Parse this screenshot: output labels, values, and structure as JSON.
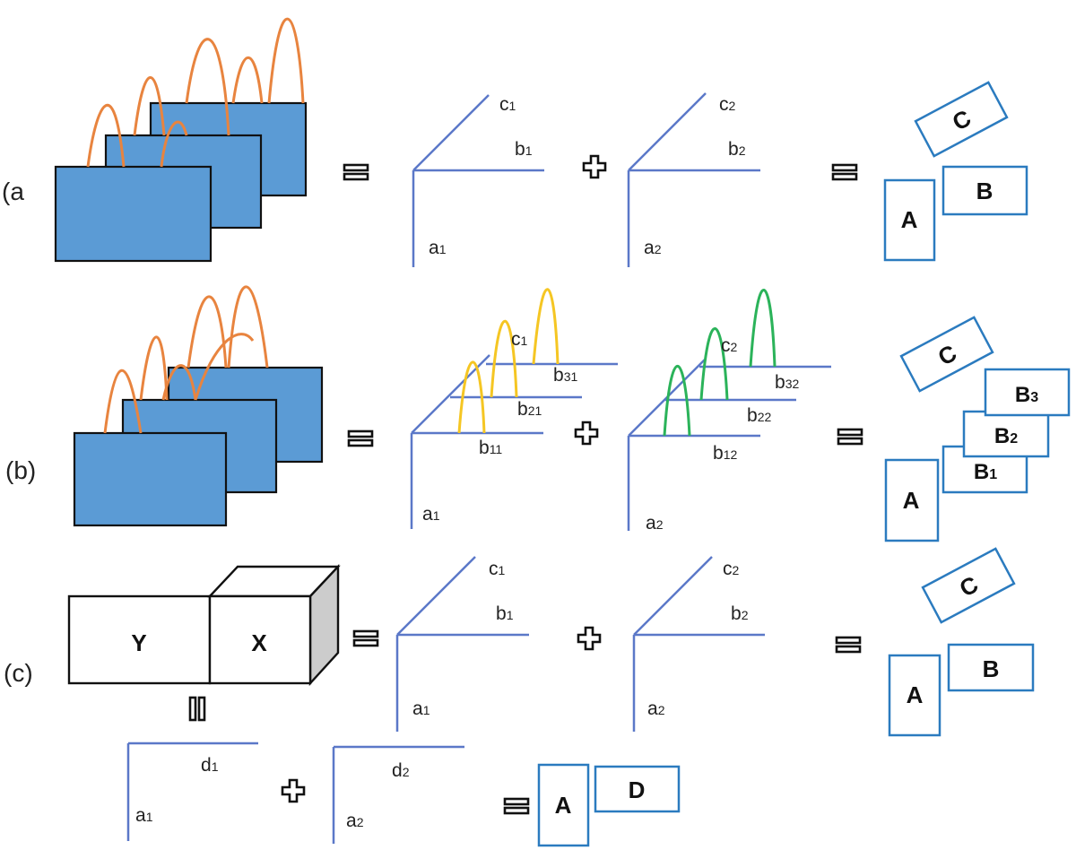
{
  "rows": {
    "a": {
      "label": "(a",
      "axes1": {
        "c": "c",
        "c_sub": "1",
        "b": "b",
        "b_sub": "1",
        "a": "a",
        "a_sub": "1"
      },
      "axes2": {
        "c": "c",
        "c_sub": "2",
        "b": "b",
        "b_sub": "2",
        "a": "a",
        "a_sub": "2"
      },
      "boxes": {
        "c": "C",
        "a": "A",
        "b": "B"
      }
    },
    "b": {
      "label": "(b)",
      "axes1": {
        "c": "c",
        "c_sub": "1",
        "b3": "b",
        "b3_sub": "31",
        "b2": "b",
        "b2_sub": "21",
        "b1": "b",
        "b1_sub": "11",
        "a": "a",
        "a_sub": "1"
      },
      "axes2": {
        "c": "c",
        "c_sub": "2",
        "b3": "b",
        "b3_sub": "32",
        "b2": "b",
        "b2_sub": "22",
        "b1": "b",
        "b1_sub": "12",
        "a": "a",
        "a_sub": "2"
      },
      "boxes": {
        "c": "C",
        "b3": "B",
        "b3_sub": "3",
        "b2": "B",
        "b2_sub": "2",
        "b1": "B",
        "b1_sub": "1",
        "a": "A"
      }
    },
    "c": {
      "label": "(c)",
      "cube": {
        "y": "Y",
        "x": "X"
      },
      "axes1": {
        "c": "c",
        "c_sub": "1",
        "b": "b",
        "b_sub": "1",
        "a": "a",
        "a_sub": "1"
      },
      "axes2": {
        "c": "c",
        "c_sub": "2",
        "b": "b",
        "b_sub": "2",
        "a": "a",
        "a_sub": "2"
      },
      "boxes": {
        "c": "C",
        "a": "A",
        "b": "B"
      }
    },
    "d": {
      "axes1": {
        "d": "d",
        "d_sub": "1",
        "a": "a",
        "a_sub": "1"
      },
      "axes2": {
        "d": "d",
        "d_sub": "2",
        "a": "a",
        "a_sub": "2"
      },
      "boxes": {
        "a": "A",
        "d": "D"
      }
    }
  },
  "colors": {
    "panel_fill": "#5b9bd5",
    "axis": "#5b78c8",
    "peak_orange": "#e8843f",
    "peak_yellow": "#f5c623",
    "peak_green": "#2bb35a",
    "box_border": "#2b7bbf"
  }
}
